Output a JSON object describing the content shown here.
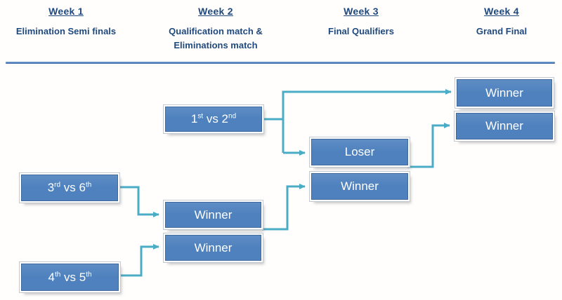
{
  "header": {
    "columns": [
      {
        "title": "Week 1",
        "subtitle": "Elimination Semi finals"
      },
      {
        "title": "Week 2",
        "subtitle": "Qualification match & Eliminations match"
      },
      {
        "title": "Week 3",
        "subtitle": "Final Qualifiers"
      },
      {
        "title": "Week 4",
        "subtitle": "Grand Final"
      }
    ]
  },
  "bracket": {
    "semifinal_1v2": {
      "p1": "1",
      "s1": "st",
      "p2": " vs 2",
      "s2": "nd"
    },
    "semifinal_3v6": {
      "p1": "3",
      "s1": "rd",
      "p2": " vs 6",
      "s2": "th"
    },
    "semifinal_4v5": {
      "p1": "4",
      "s1": "th",
      "p2": " vs 5",
      "s2": "th"
    },
    "week2_winner_top_label": "Winner",
    "week2_winner_bottom_label": "Winner",
    "week3_loser_label": "Loser",
    "week3_winner_label": "Winner",
    "week4_winner_top_label": "Winner",
    "week4_winner_bottom_label": "Winner"
  },
  "colors": {
    "box_blue": "#4E81BD",
    "box_border": "#41699C",
    "connector_teal": "#4BACC6",
    "header_navy": "#1F497D",
    "separator_blue": "#4F81BD"
  }
}
